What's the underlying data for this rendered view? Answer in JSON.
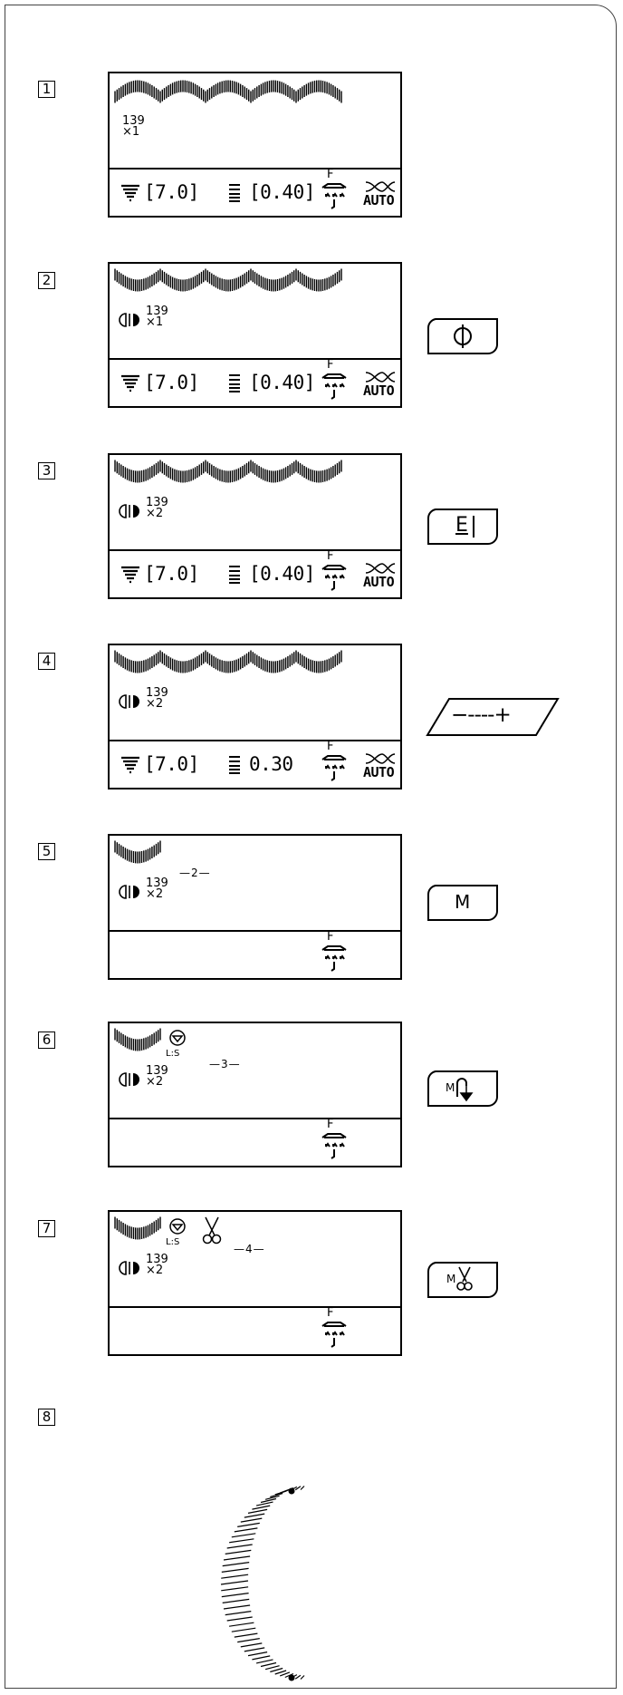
{
  "steps": [
    {
      "number": "1",
      "pattern_number": "139",
      "repeat": "×1",
      "mirror": false,
      "width": "[7.0]",
      "length": "[0.40]",
      "foot": "F",
      "auto": "AUTO"
    },
    {
      "number": "2",
      "pattern_number": "139",
      "repeat": "×1",
      "mirror": true,
      "width": "[7.0]",
      "length": "[0.40]",
      "foot": "F",
      "auto": "AUTO",
      "button_icon": "mirror-image-icon"
    },
    {
      "number": "3",
      "pattern_number": "139",
      "repeat": "×2",
      "mirror": true,
      "width": "[7.0]",
      "length": "[0.40]",
      "foot": "F",
      "auto": "AUTO",
      "button_label": "E",
      "button_icon": "elongation-icon"
    },
    {
      "number": "4",
      "pattern_number": "139",
      "repeat": "×2",
      "mirror": true,
      "width": "[7.0]",
      "length": " 0.30",
      "foot": "F",
      "auto": "AUTO",
      "button_label": "−----+",
      "button_icon": "length-adjust-icon"
    },
    {
      "number": "5",
      "pattern_number": "139",
      "repeat": "×2",
      "mirror": true,
      "memory_count": "—2—",
      "foot": "F",
      "button_label": "M",
      "button_icon": "memory-icon"
    },
    {
      "number": "6",
      "pattern_number": "139",
      "repeat": "×2",
      "mirror": true,
      "memory_count": "—3—",
      "foot": "F",
      "lock_label": "L:S",
      "button_label": "M",
      "button_icon": "memory-lock-stitch-icon"
    },
    {
      "number": "7",
      "pattern_number": "139",
      "repeat": "×2",
      "mirror": true,
      "memory_count": "—4—",
      "foot": "F",
      "lock_label": "L:S",
      "button_label": "M",
      "button_icon": "memory-thread-cut-icon"
    },
    {
      "number": "8"
    }
  ],
  "colors": {
    "ink": "#000000",
    "frame": "#444444"
  }
}
